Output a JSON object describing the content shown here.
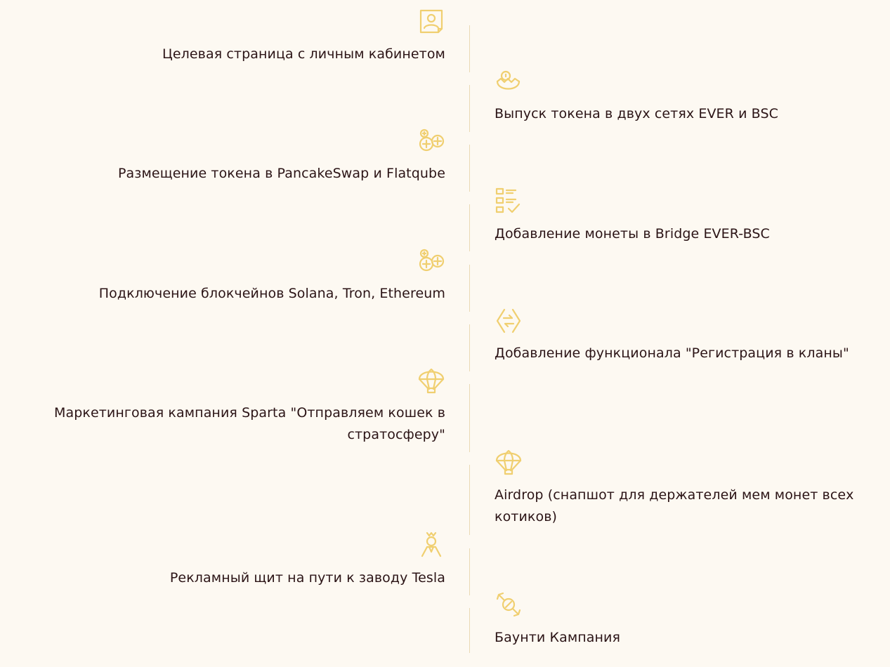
{
  "accent_color": "#f0cf70",
  "text_color": "#2b1416",
  "background_color": "#fdf9f2",
  "roadmap": [
    {
      "side": "left",
      "icon": "profile-card-icon",
      "text": "Целевая страница с личным кабинетом"
    },
    {
      "side": "right",
      "icon": "hatching-egg-icon",
      "text": "Выпуск токена в двух сетях EVER и BSC"
    },
    {
      "side": "left",
      "icon": "add-coins-icon",
      "text": "Размещение токена в PancakeSwap и Flatqube"
    },
    {
      "side": "right",
      "icon": "checklist-icon",
      "text": "Добавление монеты в Bridge EVER-BSC"
    },
    {
      "side": "left",
      "icon": "add-coins-icon",
      "text": "Подключение блокчейнов Solana, Tron, Ethereum"
    },
    {
      "side": "right",
      "icon": "exchange-arrows-icon",
      "text": "Добавление функционала \"Регистрация в кланы\""
    },
    {
      "side": "left",
      "icon": "parachute-icon",
      "text": "Маркетинговая кампания Sparta \"Отправляем кошек в стратосферу\""
    },
    {
      "side": "right",
      "icon": "parachute-icon",
      "text": "Airdrop (снапшот для держателей мем монет всех котиков)"
    },
    {
      "side": "left",
      "icon": "billboard-person-icon",
      "text": "Рекламный щит на пути к заводу Tesla"
    },
    {
      "side": "right",
      "icon": "candy-icon",
      "text": "Баунти Кампания"
    }
  ]
}
